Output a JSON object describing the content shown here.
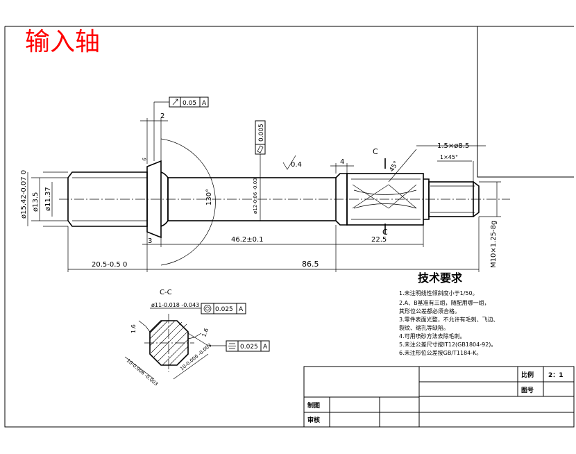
{
  "title": "输入轴",
  "colors": {
    "title": "#ff0000",
    "line": "#000000",
    "background": "#ffffff"
  },
  "dimensions": {
    "d_left_fit": "ø15.42-0.07 0",
    "d_13_5": "ø13.5",
    "d_11_37": "ø11.37",
    "len_20_5": "20.5-0.5 0",
    "len_86_5": "86.5",
    "len_46_2": "46.2±0.1",
    "len_22_5": "22.5",
    "len_3": "3",
    "len_2": "2",
    "len_4": "4",
    "angle_130": "130°",
    "angle_45": "45°",
    "chamfer_1": "1×45°",
    "chamfer_2": "1.5×ø8.5",
    "thread": "M10×1.25-8g",
    "shaft_dia": "ø12-0.06 -0.03",
    "roughness": "0.4",
    "small_mark": "6"
  },
  "tolerance": {
    "runout_value": "0.05",
    "runout_datum": "A",
    "cyl_value": "0.005",
    "conc_value": "0.025",
    "conc_datum": "A",
    "sym_value": "0.025",
    "sym_datum": "A"
  },
  "section": {
    "cut_label": "C",
    "title": "C-C",
    "diameter": "ø11-0.018 -0.043",
    "width_left": "10-0.006 -0.003",
    "width_right": "10-0.006 -0.003",
    "mark_left": "1.6",
    "mark_right": "1.6"
  },
  "tech": {
    "heading": "技术要求",
    "items": [
      "1.未注明线性倾斜度小于1/50。",
      "2.A、B基准有三组，随配用哪一组，",
      "   其形位公差都必须合格。",
      "3.零件表面光整，不允许有毛刺、飞边、",
      "   裂纹、缩孔等缺陷。",
      "4.可用喷砂方法去除毛刺。",
      "5.未注公差尺寸按IT12(GB1804-92)。",
      "6.未注形位公差按GB/T1184-K。"
    ]
  },
  "titleblock": {
    "scale_label": "比例",
    "scale_value": "2：1",
    "drawing_no_label": "图号",
    "drawn_label": "制图",
    "checked_label": "审核"
  }
}
